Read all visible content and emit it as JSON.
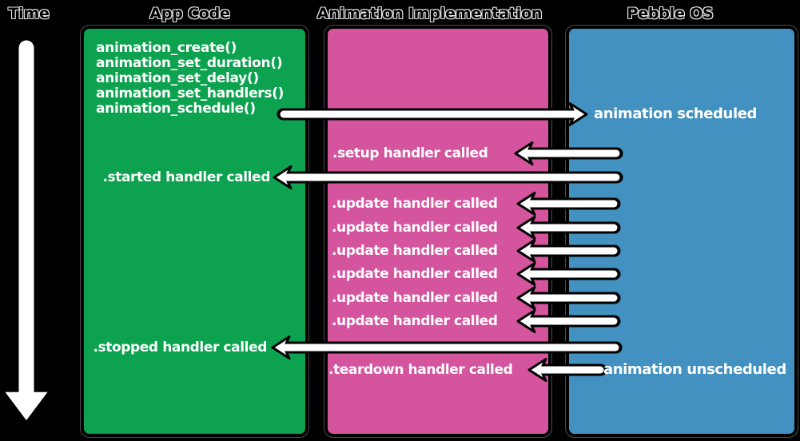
{
  "title_row": {
    "time": "Time",
    "app_code": "App Code",
    "animation_implementation": "Animation Implementation",
    "pebble_os": "Pebble OS"
  },
  "colors": {
    "background": "#000000",
    "app_code_box": "#0ca24f",
    "animation_implementation_box": "#d4549e",
    "pebble_os_box": "#4291c0",
    "arrow_fill": "#ffffff",
    "arrow_outline": "#000000",
    "label_text": "#ffffff",
    "header_text": "#000000"
  },
  "app_code": {
    "calls": [
      "animation_create()",
      "animation_set_duration()",
      "animation_set_delay()",
      "animation_set_handlers()",
      "animation_schedule()"
    ],
    "started_label": ".started handler called",
    "stopped_label": ".stopped handler called"
  },
  "animation_implementation": {
    "setup_label": ".setup handler called",
    "update_label": ".update handler called",
    "update_count": 6,
    "teardown_label": ".teardown handler called"
  },
  "pebble_os": {
    "scheduled_label": "animation scheduled",
    "unscheduled_label": "animation unscheduled"
  }
}
